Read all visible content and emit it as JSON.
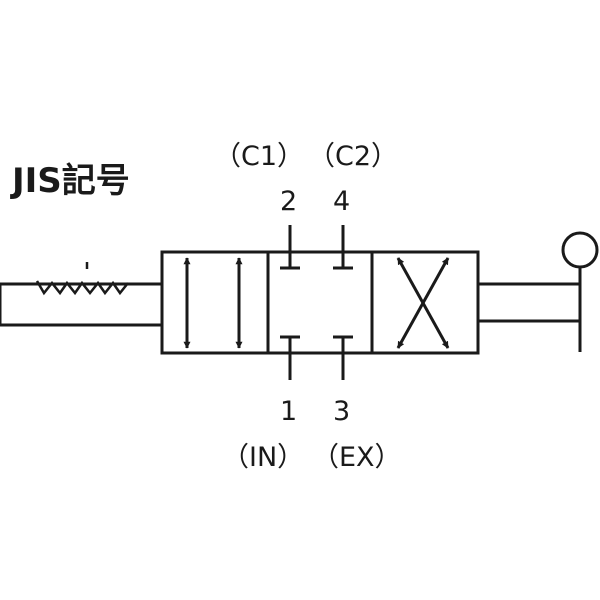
{
  "title": "JIS記号",
  "ports": {
    "top_left": {
      "number": "2",
      "name": "（C1）"
    },
    "top_right": {
      "number": "4",
      "name": "（C2）"
    },
    "bottom_left": {
      "number": "1",
      "name": "（IN）"
    },
    "bottom_right": {
      "number": "3",
      "name": "（EX）"
    }
  }
}
